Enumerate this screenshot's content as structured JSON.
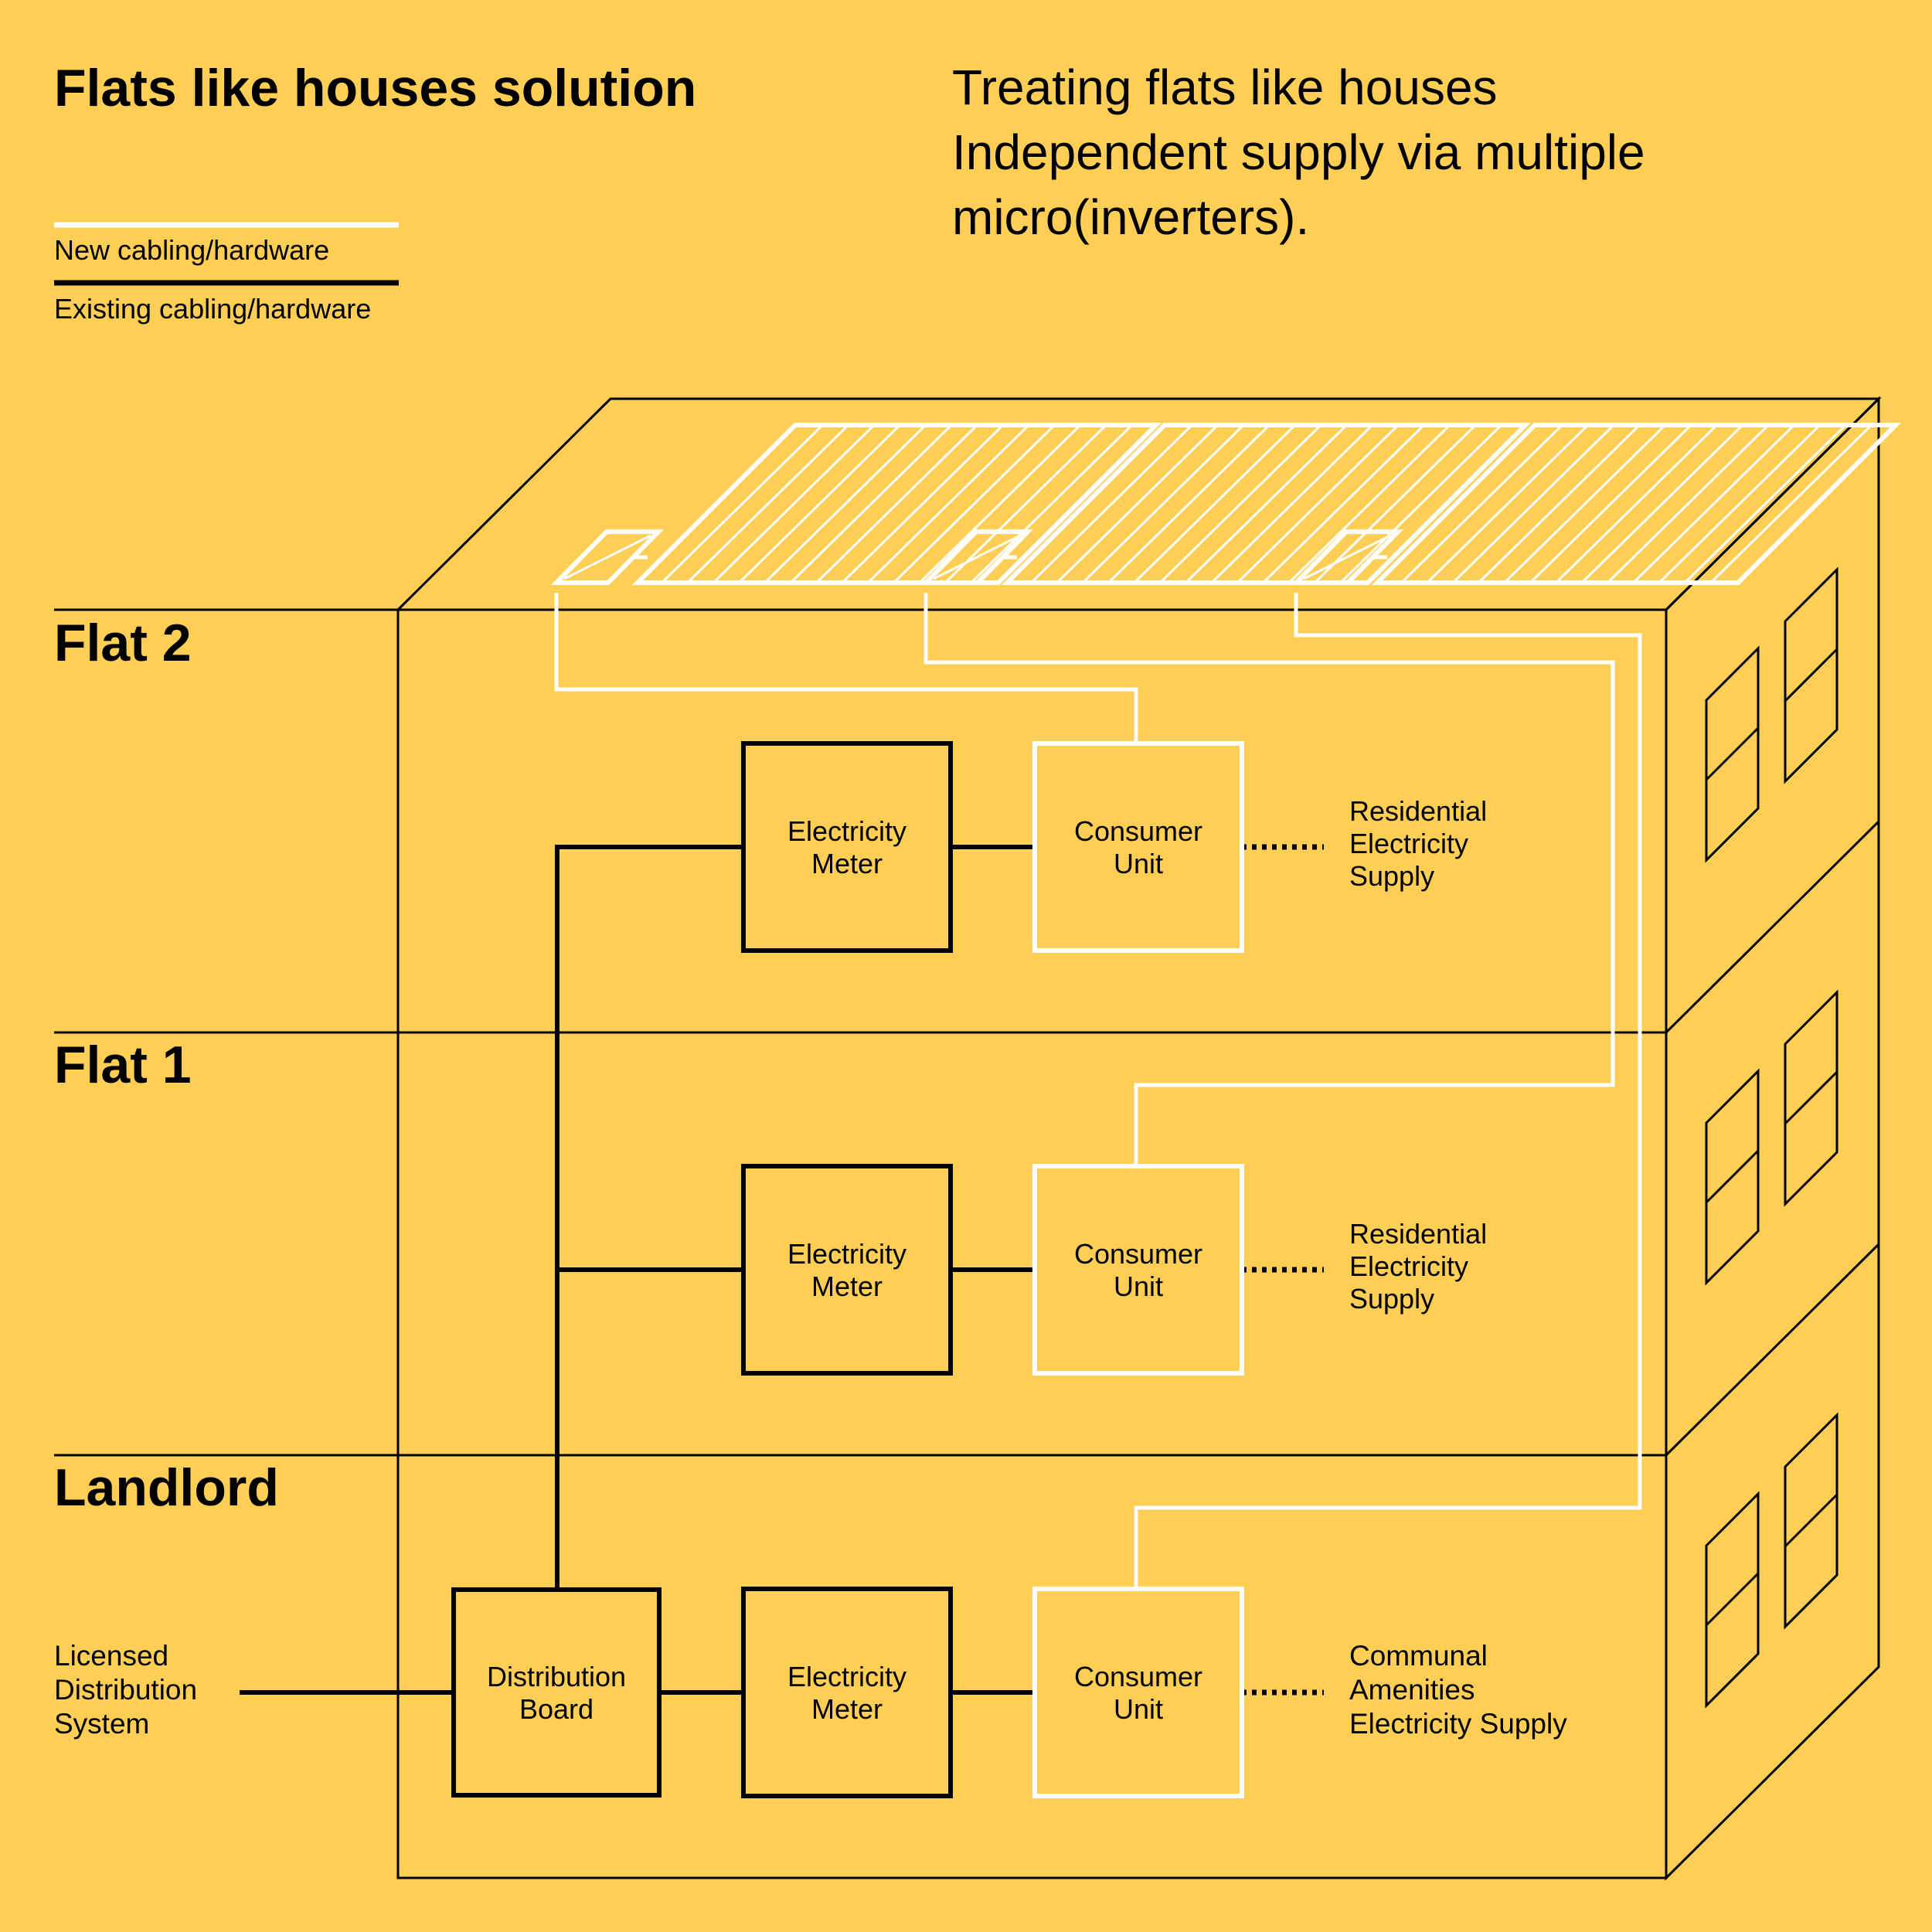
{
  "title": "Flats like houses solution",
  "subtitle": [
    "Treating flats like houses",
    "Independent supply via multiple",
    "micro(inverters)."
  ],
  "legend": {
    "new": "New cabling/hardware",
    "existing": "Existing cabling/hardware"
  },
  "floors": {
    "flat2": "Flat 2",
    "flat1": "Flat 1",
    "landlord": "Landlord"
  },
  "source": [
    "Licensed",
    "Distribution",
    "System"
  ],
  "boxes": {
    "distribution_board": [
      "Distribution",
      "Board"
    ],
    "electricity_meter": [
      "Electricity",
      "Meter"
    ],
    "consumer_unit": [
      "Consumer",
      "Unit"
    ]
  },
  "supplies": {
    "residential": [
      "Residential",
      "Electricity",
      "Supply"
    ],
    "communal": [
      "Communal",
      "Amenities",
      "Electricity Supply"
    ]
  },
  "colors": {
    "background": "#FFCE54",
    "new_cabling": "#FFFFFF",
    "existing_cabling": "#000000"
  }
}
